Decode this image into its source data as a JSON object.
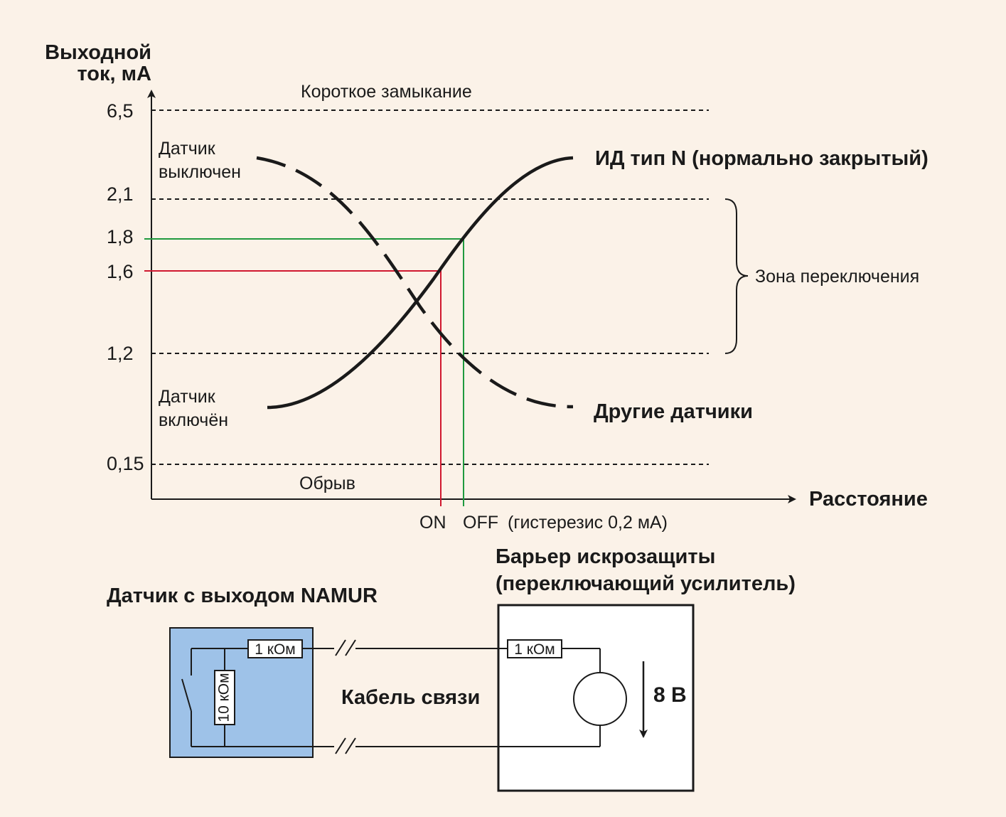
{
  "colors": {
    "background": "#fbf2e8",
    "curve": "#1a1a1a",
    "on_line": "#d0182f",
    "off_line": "#1f9a3e",
    "sensor_box": "#9ec2e8"
  },
  "chart": {
    "y_label_line1": "Выходной",
    "y_label_line2": "ток, мА",
    "x_label": "Расстояние",
    "y_ticks": [
      "6,5",
      "2,1",
      "1,8",
      "1,6",
      "1,2",
      "0,15"
    ],
    "short_circuit": "Короткое замыкание",
    "break": "Обрыв",
    "sensor_off_line1": "Датчик",
    "sensor_off_line2": "выключен",
    "sensor_on_line1": "Датчик",
    "sensor_on_line2": "включён",
    "series_n": "ИД тип N (нормально закрытый)",
    "series_other": "Другие датчики",
    "switch_zone": "Зона переключения",
    "on_label": "ON",
    "off_label": "OFF",
    "hysteresis": "(гистерезис 0,2 мА)"
  },
  "circuit": {
    "sensor_title": "Датчик с выходом NAMUR",
    "resistor_1k_sensor": "1 кОм",
    "resistor_10k": "10 кОм",
    "cable": "Кабель связи",
    "barrier_title_line1": "Барьер искрозащиты",
    "barrier_title_line2": "(переключающий усилитель)",
    "resistor_1k_barrier": "1 кОм",
    "voltage": "8 В"
  }
}
